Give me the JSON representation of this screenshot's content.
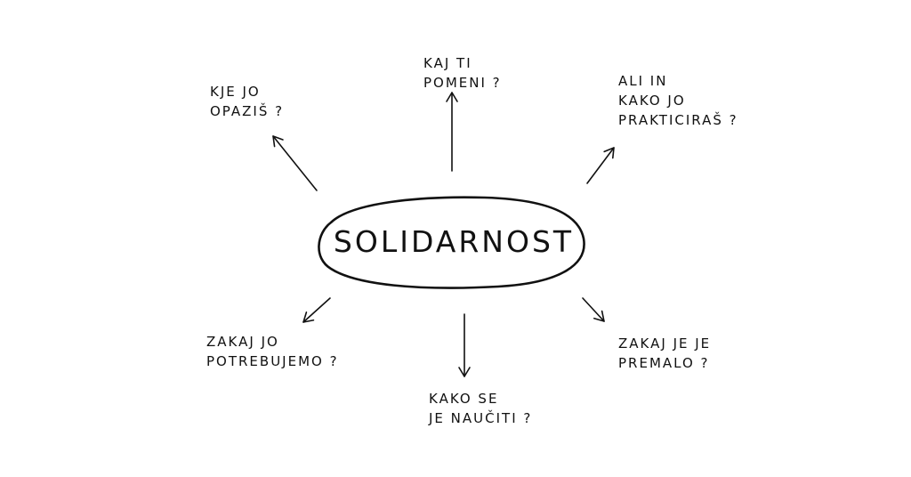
{
  "center": {
    "label": "SOLIDARNOST"
  },
  "questions": {
    "kje": [
      "KJE JO",
      "OPAZIŠ ?"
    ],
    "kaj": [
      "KAJ TI",
      "POMENI ?"
    ],
    "ali": [
      "ALI IN",
      "KAKO JO",
      "PRAKTICIRAŠ ?"
    ],
    "zakaj_potrebujemo": [
      "ZAKAJ JO",
      "POTREBUJEMO ?"
    ],
    "kako": [
      "KAKO SE",
      "JE NAUČITI ?"
    ],
    "zakaj_premalo": [
      "ZAKAJ JE JE",
      "PREMALO ?"
    ]
  },
  "colors": {
    "ink": "#111111",
    "background": "#ffffff"
  }
}
